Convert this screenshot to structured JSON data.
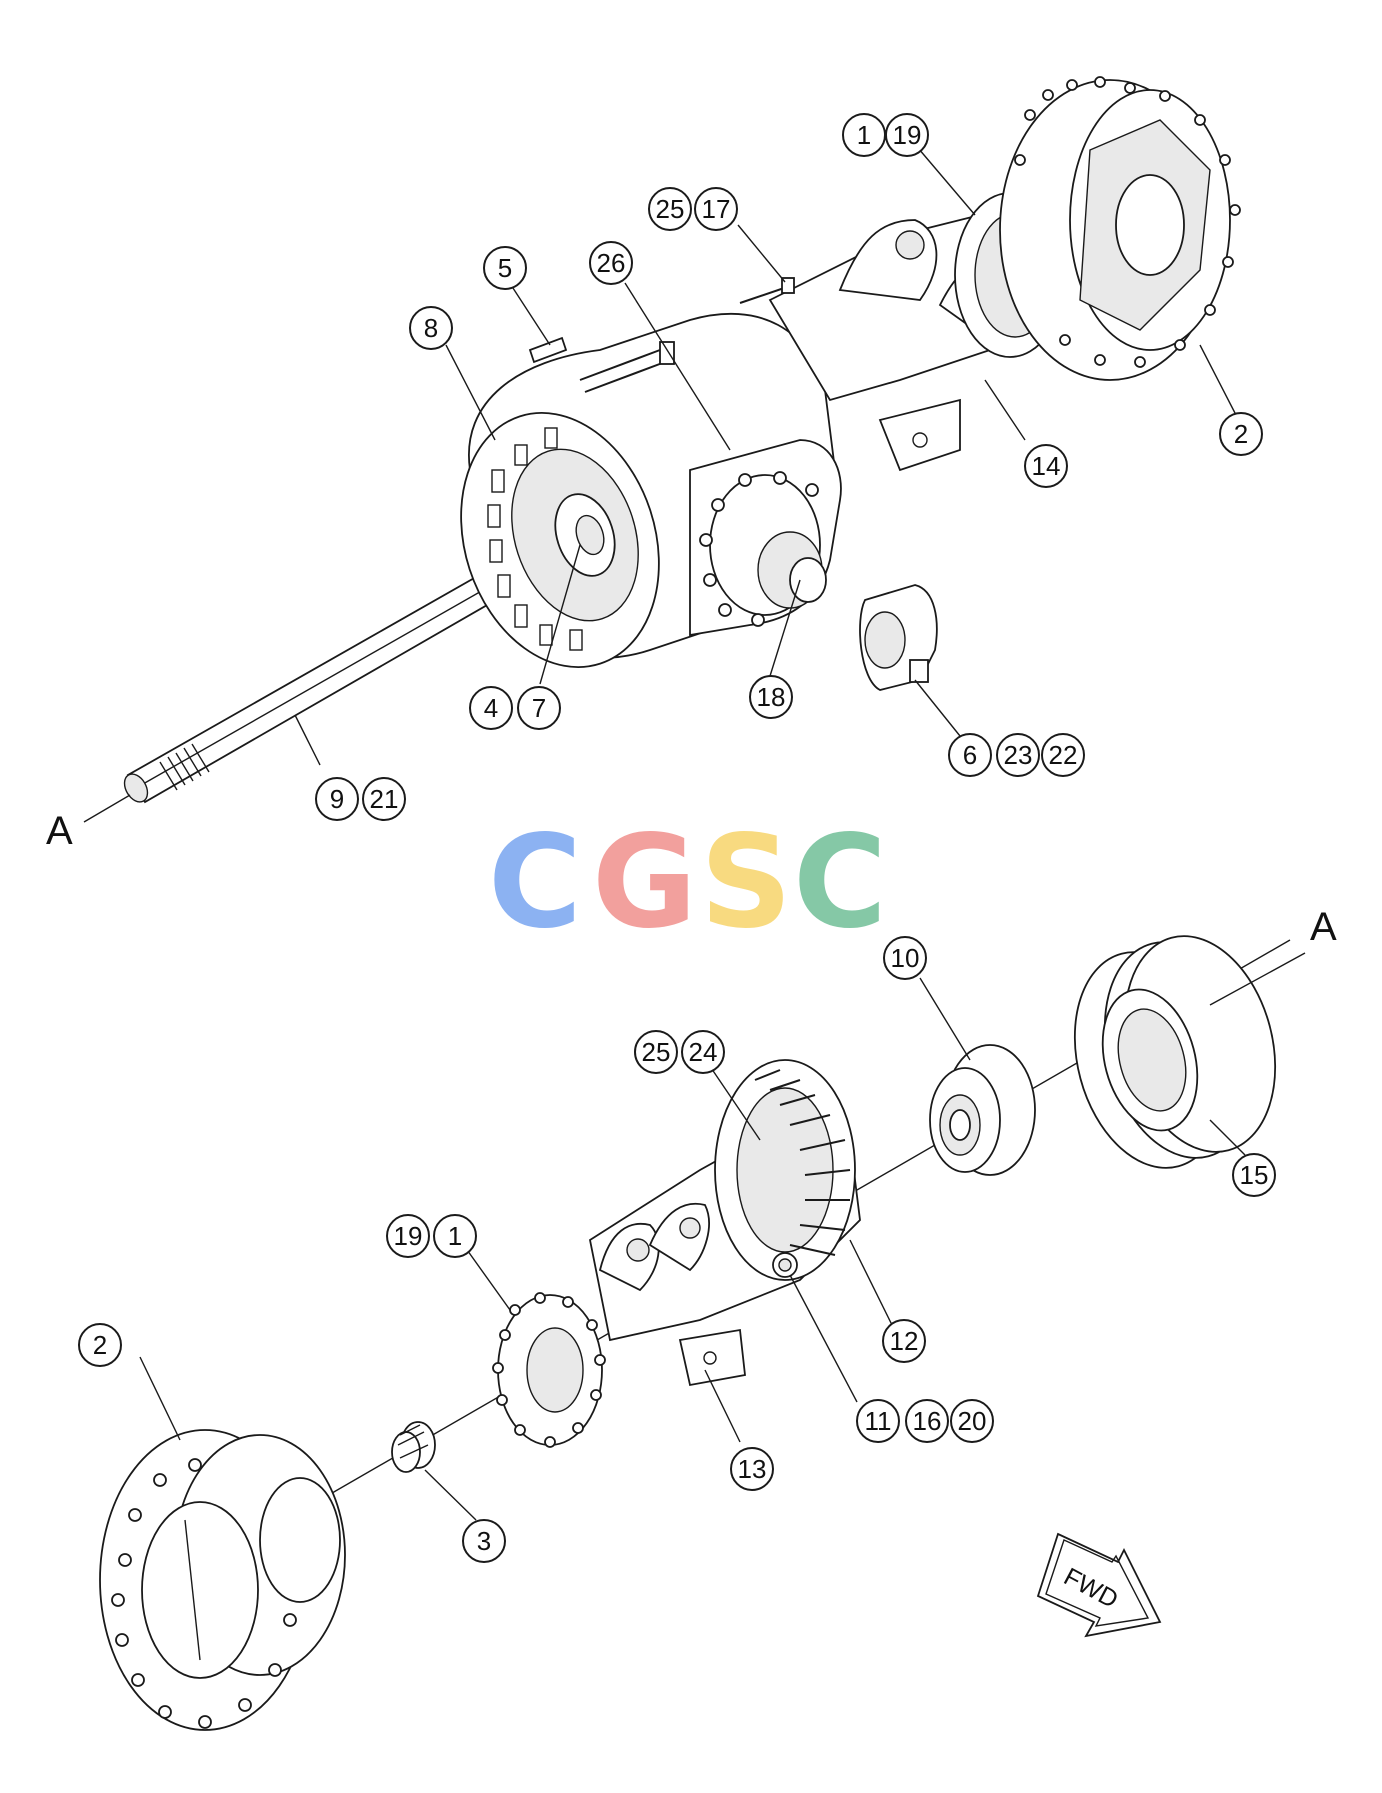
{
  "callouts": [
    "1",
    "19",
    "25",
    "17",
    "5",
    "26",
    "8",
    "2",
    "14",
    "18",
    "4",
    "7",
    "6",
    "23",
    "22",
    "9",
    "21",
    "10",
    "15",
    "25",
    "24",
    "19",
    "1",
    "12",
    "2",
    "11",
    "16",
    "20",
    "13",
    "3"
  ],
  "section_markers": {
    "upper": "A",
    "lower": "A"
  },
  "watermark": {
    "letters": [
      "C",
      "G",
      "S",
      "C"
    ],
    "colors": [
      "#86aef2",
      "#f29b98",
      "#f8d97a",
      "#7fc6a2"
    ]
  },
  "direction_arrow": {
    "label": "FWD"
  }
}
